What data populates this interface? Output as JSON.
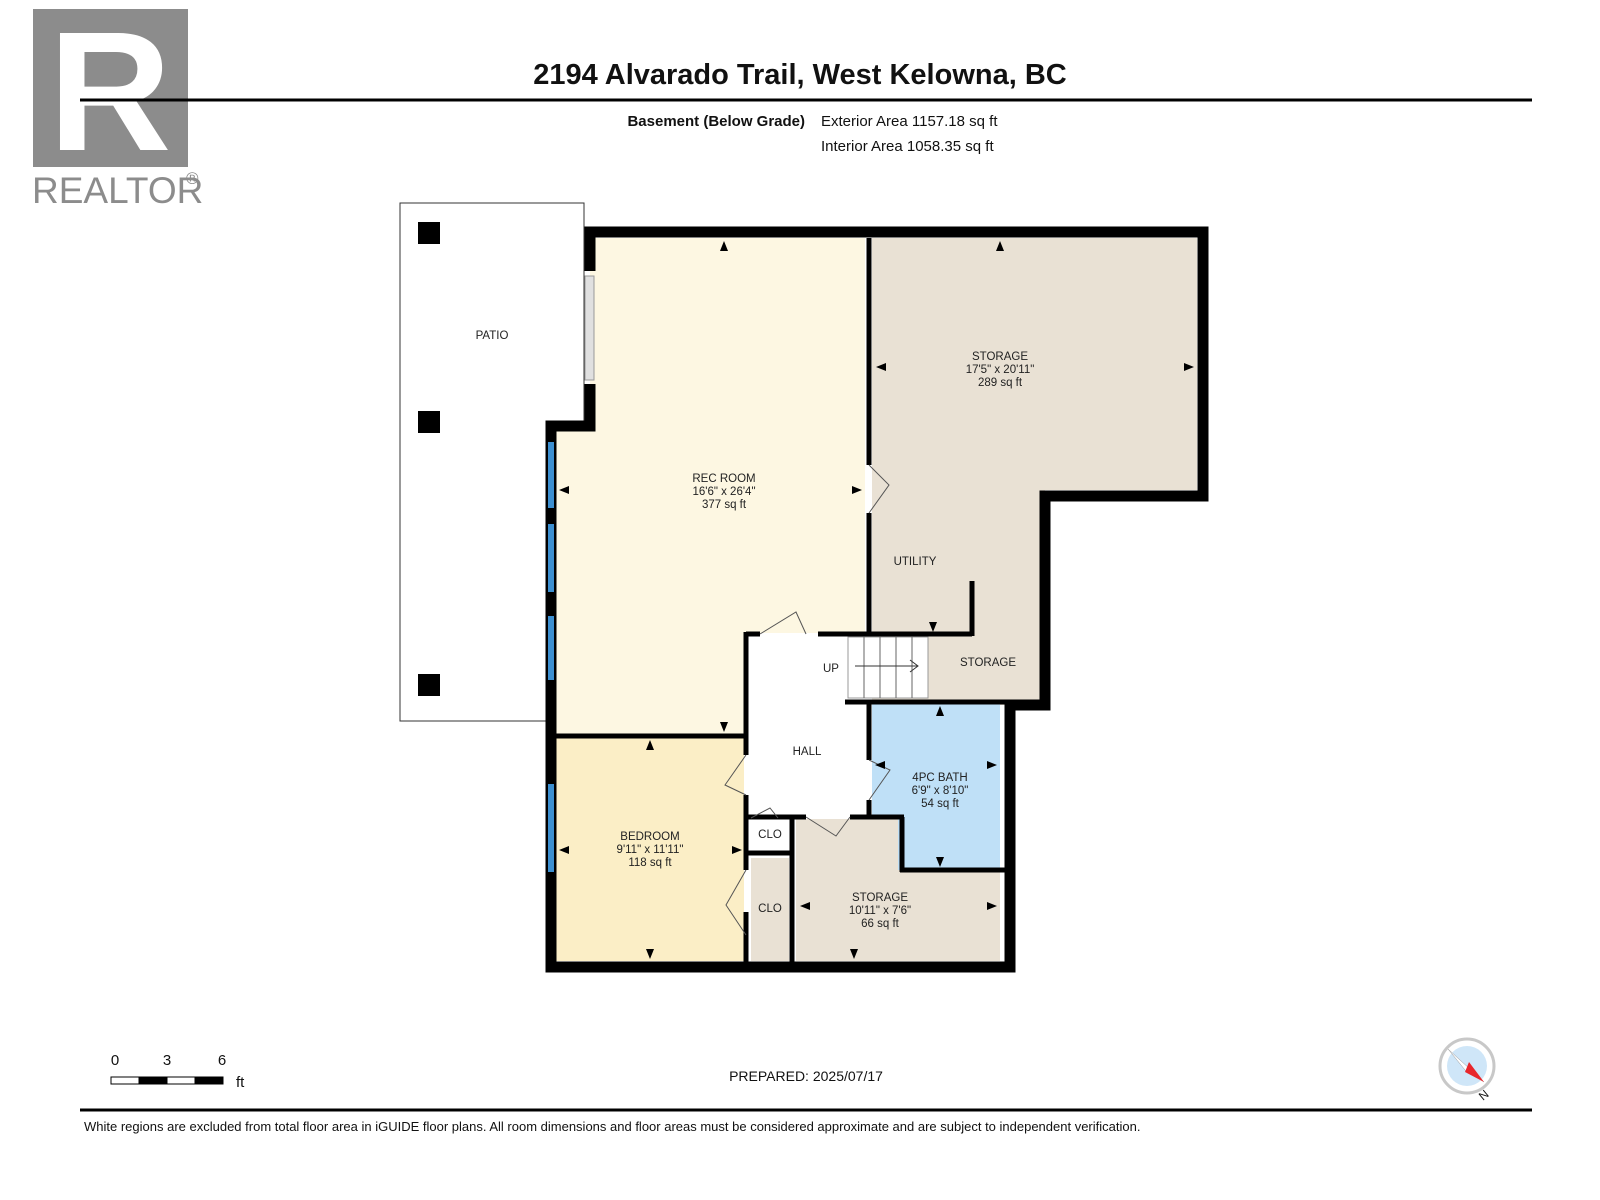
{
  "logo": {
    "wordmark": "REALTOR",
    "registered": "®",
    "letter": "R"
  },
  "header": {
    "title": "2194 Alvarado Trail, West Kelowna, BC",
    "level": "Basement (Below Grade)",
    "exterior_area": "Exterior Area 1157.18 sq ft",
    "interior_area": "Interior Area 1058.35 sq ft"
  },
  "rooms": {
    "patio": {
      "name": "PATIO"
    },
    "storage_main": {
      "name": "STORAGE",
      "dims": "17'5\" x 20'11\"",
      "area": "289 sq ft"
    },
    "rec_room": {
      "name": "REC ROOM",
      "dims": "16'6\" x 26'4\"",
      "area": "377 sq ft"
    },
    "utility": {
      "name": "UTILITY"
    },
    "up": {
      "name": "UP"
    },
    "storage_small": {
      "name": "STORAGE"
    },
    "hall": {
      "name": "HALL"
    },
    "bath": {
      "name": "4PC BATH",
      "dims": "6'9\" x 8'10\"",
      "area": "54 sq ft"
    },
    "bedroom": {
      "name": "BEDROOM",
      "dims": "9'11\" x 11'11\"",
      "area": "118 sq ft"
    },
    "clo_upper": {
      "name": "CLO"
    },
    "clo_lower": {
      "name": "CLO"
    },
    "storage_lower": {
      "name": "STORAGE",
      "dims": "10'11\" x 7'6\"",
      "area": "66 sq ft"
    }
  },
  "colors": {
    "wall": "#000000",
    "rec_room": "#fdf7e2",
    "storage": "#e9e1d4",
    "bath": "#bfe0f7",
    "bedroom": "#fbeec6",
    "hall": "#ffffff",
    "window": "#3c8fd0",
    "logo_gray": "#8c8c8c",
    "compass_red": "#e8262b",
    "compass_blue": "#cfe6f8"
  },
  "scale": {
    "ticks": [
      "0",
      "3",
      "6"
    ],
    "unit": "ft"
  },
  "compass": {
    "label": "N"
  },
  "footer": {
    "prepared": "PREPARED: 2025/07/17",
    "disclaimer": "White regions are excluded from total floor area in iGUIDE floor plans. All room dimensions and floor areas must be considered approximate and are subject to independent verification."
  }
}
